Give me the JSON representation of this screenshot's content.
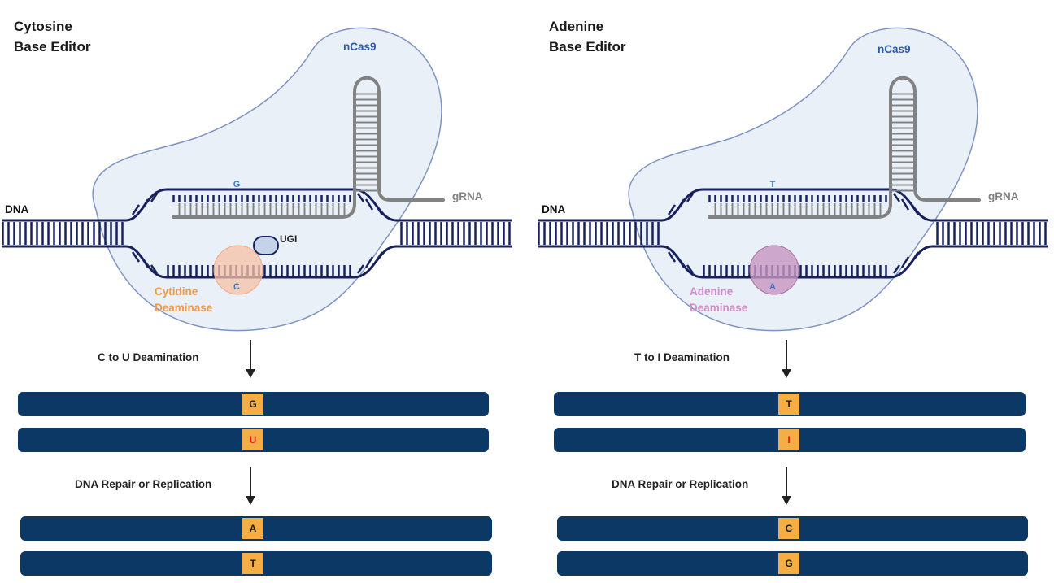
{
  "panels": [
    {
      "title_line1": "Cytosine",
      "title_line2": "Base Editor",
      "protein_label": "nCas9",
      "grna_label": "gRNA",
      "dna_label": "DNA",
      "top_base": "G",
      "bottom_base": "C",
      "ugi_label": "UGI",
      "deaminase_line1": "Cytidine",
      "deaminase_line2": "Deaminase",
      "step1_label": "C to U Deamination",
      "step1_top_base": "G",
      "step1_bottom_base": "U",
      "step2_label": "DNA Repair or Replication",
      "step2_top_base": "A",
      "step2_bottom_base": "T"
    },
    {
      "title_line1": "Adenine",
      "title_line2": "Base Editor",
      "protein_label": "nCas9",
      "grna_label": "gRNA",
      "dna_label": "DNA",
      "top_base": "T",
      "bottom_base": "A",
      "deaminase_line1": "Adenine",
      "deaminase_line2": "Deaminase",
      "step1_label": "T to I Deamination",
      "step1_top_base": "T",
      "step1_bottom_base": "I",
      "step2_label": "DNA Repair or Replication",
      "step2_top_base": "C",
      "step2_bottom_base": "G"
    }
  ],
  "colors": {
    "dna_strand": "#17215e",
    "protein_fill": "#eaf0f8",
    "protein_stroke": "#7d93c2",
    "protein_label": "#2d5aa8",
    "grna": "#828282",
    "result_bar": "#0b3865",
    "base_box": "#f4ae45",
    "edited_base": "#e0161b",
    "cytidine_deaminase": "#f7c2a6",
    "cytidine_label": "#ee9a4c",
    "adenine_deaminase": "#c796c1",
    "adenine_label": "#cf8ac7",
    "ugi_fill": "#c6d2e8"
  }
}
